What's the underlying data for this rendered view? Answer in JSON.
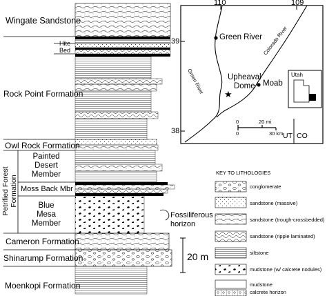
{
  "column": {
    "formations": {
      "wingate": "Wingate Sandstone",
      "hite_bed": [
        "Hite",
        "Bed"
      ],
      "rock_point": "Rock Point Formation",
      "owl_rock": "Owl Rock Formation",
      "painted_desert": [
        "Painted",
        "Desert",
        "Member"
      ],
      "moss_back": "Moss Back Mbr",
      "blue_mesa": [
        "Blue",
        "Mesa",
        "Member"
      ],
      "petrified_forest": [
        "Petrified Forest",
        "Formation"
      ],
      "cameron": "Cameron Formation",
      "shinarump": "Shinarump Formation",
      "moenkopi": "Moenkopi Formation"
    },
    "fossil_label": [
      "Fossiliferous",
      "horizon"
    ],
    "scale_label": "20 m"
  },
  "map": {
    "lon_labels": [
      "110",
      "109"
    ],
    "lat_labels": [
      "39",
      "38"
    ],
    "places": {
      "green_river_town": "Green River",
      "upheaval_dome": [
        "Upheaval",
        "Dome"
      ],
      "moab": "Moab"
    },
    "rivers": {
      "green": "Green River",
      "colorado": "Colorado River"
    },
    "scalebar": {
      "mi_ticks": [
        "0",
        "20 mi"
      ],
      "km_ticks": [
        "0",
        "30 km"
      ]
    },
    "states": [
      "UT",
      "CO"
    ],
    "inset_label": "Utah"
  },
  "key": {
    "title": "KEY TO LITHOLOGIES",
    "items": [
      {
        "label": "conglomerate",
        "pattern": "conglomerate"
      },
      {
        "label": "sandstone (massive)",
        "pattern": "dots"
      },
      {
        "label": "sandstone (trough-crossbedded)",
        "pattern": "trough"
      },
      {
        "label": "sandstone (ripple laminated)",
        "pattern": "ripple"
      },
      {
        "label": "siltstone",
        "pattern": "lines"
      },
      {
        "label": "mudstone (w/ calcrete nodules)",
        "pattern": "nodules"
      },
      {
        "label": "mudstone",
        "pattern": "blank"
      },
      {
        "label": "calcrete horizon",
        "pattern": "calcrete"
      }
    ]
  }
}
